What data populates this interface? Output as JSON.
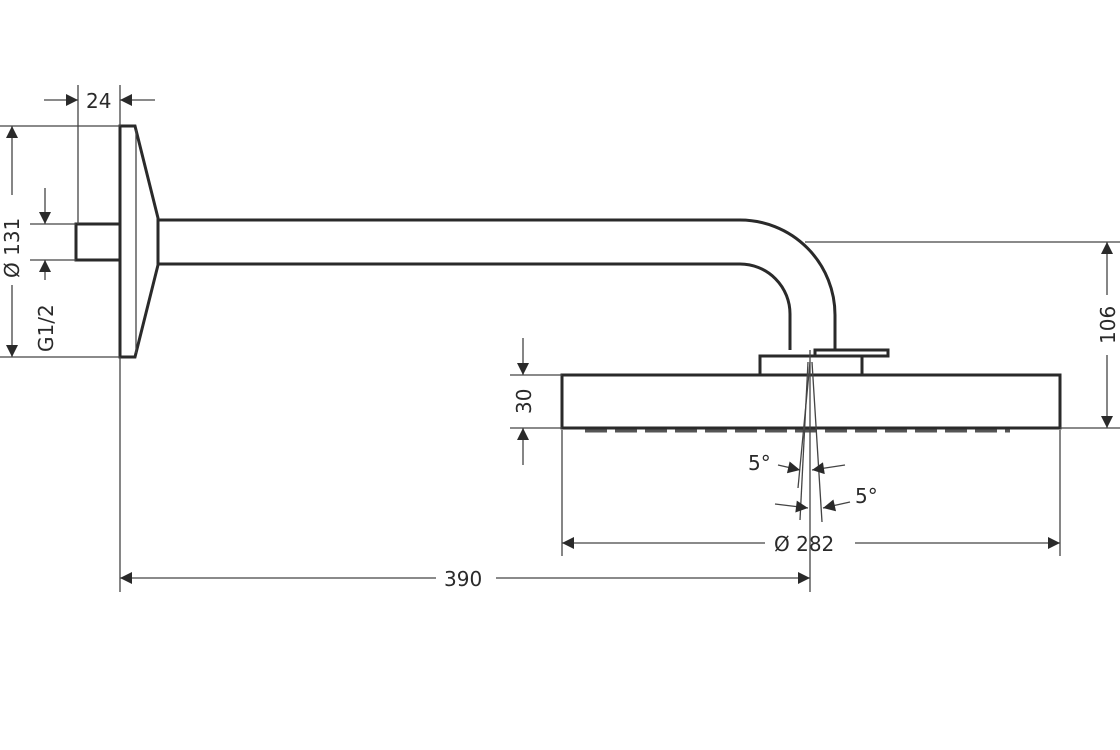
{
  "dimensions": {
    "flange_depth": "24",
    "flange_diameter": "Ø 131",
    "thread": "G1/2",
    "height": "106",
    "head_thickness": "30",
    "head_diameter": "Ø 282",
    "projection": "390",
    "angle_left": "5°",
    "angle_right": "5°"
  }
}
